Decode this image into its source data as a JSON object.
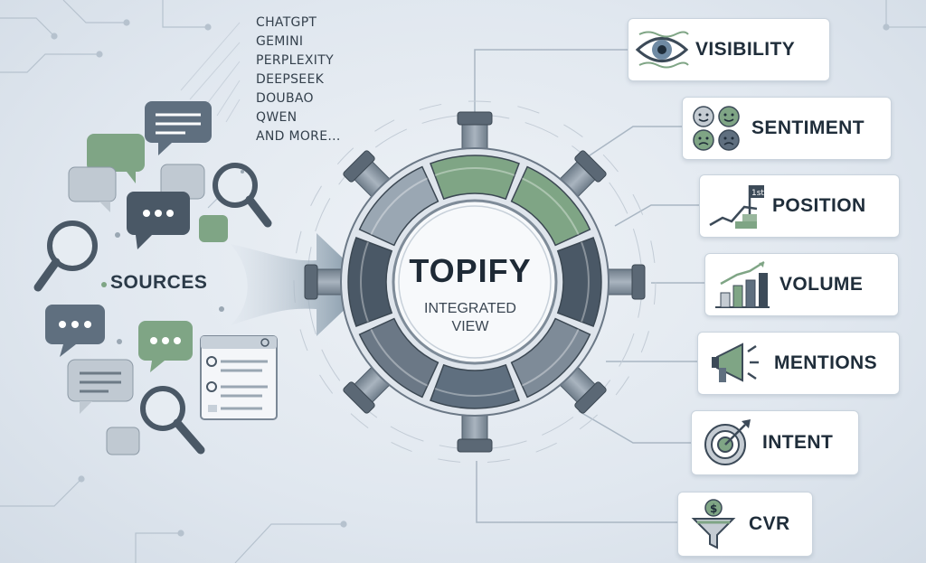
{
  "sources": {
    "label": "SOURCES",
    "list": [
      "CHATGPT",
      "GEMINI",
      "PERPLEXITY",
      "DEEPSEEK",
      "DOUBAO",
      "QWEN",
      "AND MORE..."
    ]
  },
  "hub": {
    "title": "TOPIFY",
    "subtitle_line1": "INTEGRATED",
    "subtitle_line2": "VIEW"
  },
  "metrics": [
    {
      "label": "VISIBILITY",
      "icon": "eye-icon"
    },
    {
      "label": "SENTIMENT",
      "icon": "faces-icon"
    },
    {
      "label": "POSITION",
      "icon": "flag-chart-icon"
    },
    {
      "label": "VOLUME",
      "icon": "bar-chart-icon"
    },
    {
      "label": "MENTIONS",
      "icon": "megaphone-icon"
    },
    {
      "label": "INTENT",
      "icon": "target-icon"
    },
    {
      "label": "CVR",
      "icon": "funnel-icon"
    }
  ],
  "position_icon_badge": "1st",
  "cvr_icon_symbol": "$",
  "colors": {
    "accent_green": "#7fa585",
    "slate": "#5f6f7f",
    "dark_slate": "#4a5866",
    "arrow": "#6f8698"
  }
}
